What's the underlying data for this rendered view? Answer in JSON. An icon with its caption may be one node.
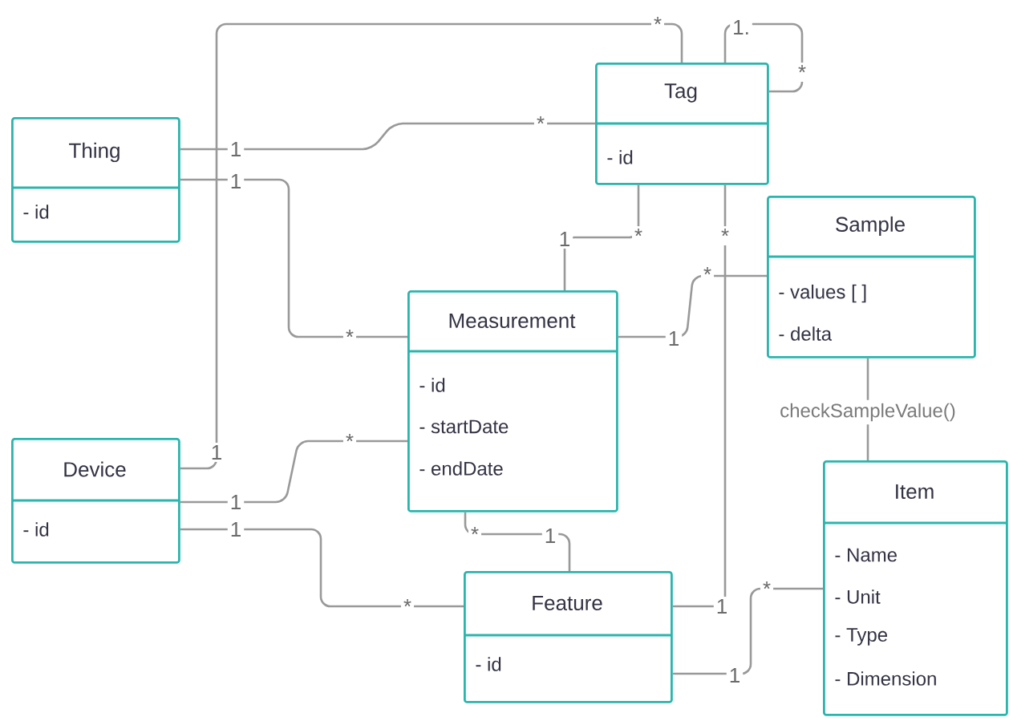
{
  "diagram": {
    "nodes": [
      {
        "text": [
          "Thing",
          "- id"
        ]
      },
      {
        "text": [
          "Tag",
          "- id"
        ]
      },
      {
        "text": [
          "Sample",
          "- values [ ]",
          "- delta"
        ]
      },
      {
        "text": [
          "Measurement",
          "- id",
          "- startDate",
          "- endDate"
        ]
      },
      {
        "text": [
          "Device",
          "- id"
        ]
      },
      {
        "text": [
          "Feature",
          "- id"
        ]
      },
      {
        "text": [
          "Item",
          "- Name",
          "- Unit",
          "- Type",
          "- Dimension"
        ]
      }
    ],
    "edges": [
      {
        "from": 4,
        "to": 1,
        "arrow": "none"
      },
      {
        "from": 1,
        "to": 1,
        "arrow": "none"
      },
      {
        "from": 0,
        "to": 1,
        "arrow": "none"
      },
      {
        "from": 0,
        "to": 3,
        "arrow": "none"
      },
      {
        "from": 1,
        "to": 3,
        "arrow": "none"
      },
      {
        "from": 1,
        "to": 5,
        "arrow": "none"
      },
      {
        "from": 3,
        "to": 2,
        "arrow": "none"
      },
      {
        "from": 4,
        "to": 3,
        "arrow": "none"
      },
      {
        "from": 4,
        "to": 5,
        "arrow": "none"
      },
      {
        "from": 3,
        "to": 5,
        "arrow": "none"
      },
      {
        "from": 5,
        "to": 6,
        "arrow": "none"
      },
      {
        "from": 2,
        "to": 6,
        "arrow": "none",
        "label": "checkSampleValue()"
      }
    ],
    "labels": [
      "*",
      "1.",
      "*",
      "1",
      "1",
      "*",
      "1",
      "*",
      "*",
      "1",
      "*",
      "*",
      "1",
      "1",
      "*",
      "1",
      "*",
      "*",
      "1",
      "1",
      "1",
      "*"
    ]
  }
}
